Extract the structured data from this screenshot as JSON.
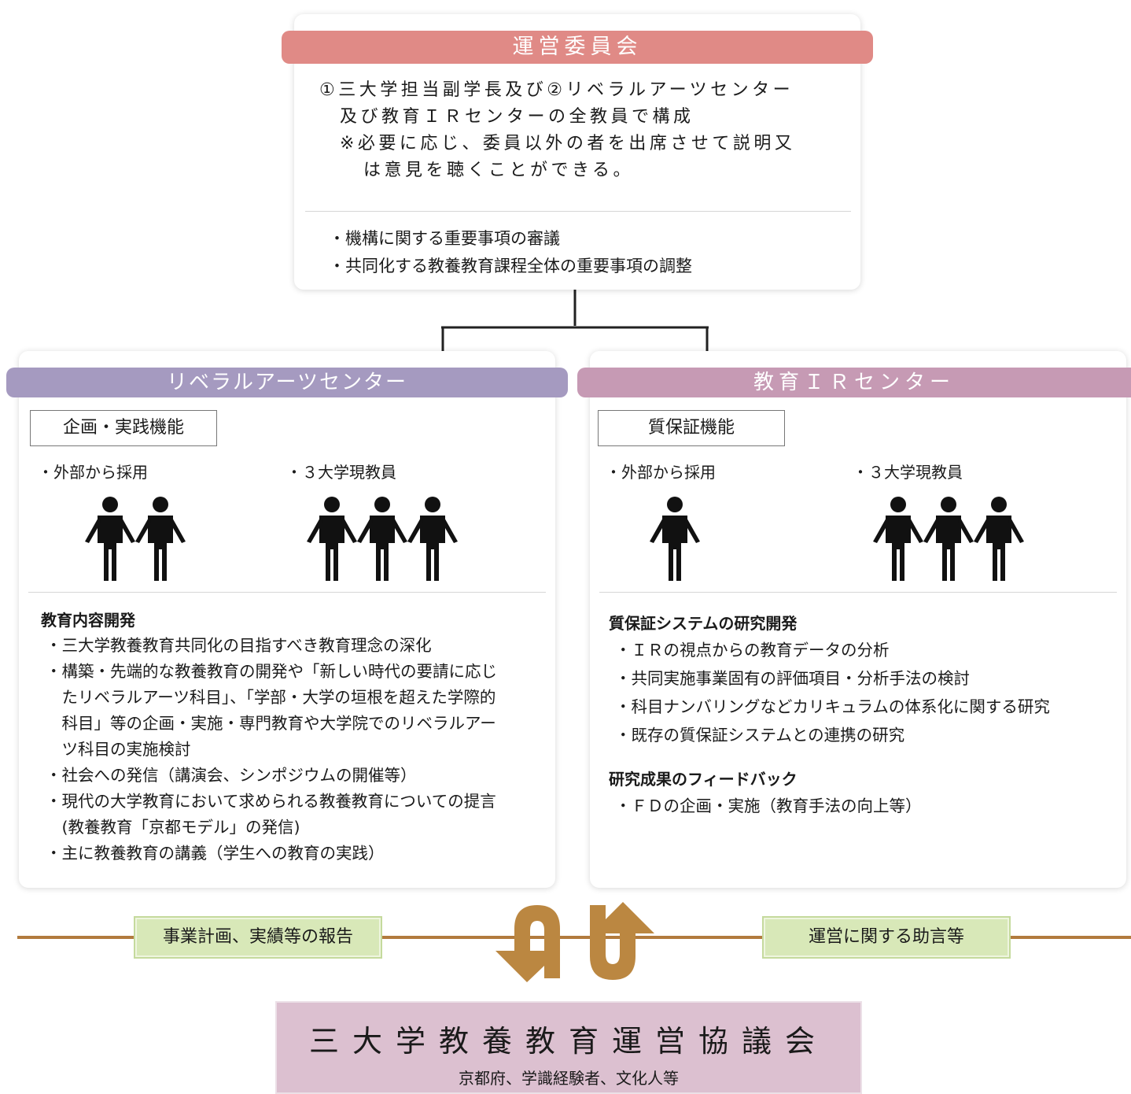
{
  "colors": {
    "committee_band": "#e08a86",
    "liberal_band": "#a59ac0",
    "ir_band": "#c69ab4",
    "flow_line": "#b27b3e",
    "arrow": "#bb8741",
    "green_box": "#d8e8b8",
    "council_bg": "#dcc0d0"
  },
  "committee": {
    "title": "運営委員会",
    "desc_lines": [
      "①三大学担当副学長及び②リベラルアーツセンター",
      "及び教育ＩＲセンターの全教員で構成",
      "※必要に応じ、委員以外の者を出席させて説明又",
      "は意見を聴くことができる。"
    ],
    "duties": [
      "・機構に関する重要事項の審議",
      "・共同化する教養教育課程全体の重要事項の調整"
    ]
  },
  "liberal": {
    "title": "リベラルアーツセンター",
    "function_label": "企画・実践機能",
    "staff_external": "・外部から採用",
    "staff_faculty": "・３大学現教員",
    "external_count": 2,
    "faculty_count": 3,
    "heading": "教育内容開発",
    "items": [
      "・三大学教養教育共同化の目指すべき教育理念の深化",
      "・構築・先端的な教養教育の開発や「新しい時代の要請に応じ",
      "　たリベラルアーツ科目」、「学部・大学の垣根を超えた学際的",
      "　科目」等の企画・実施・専門教育や大学院でのリベラルアー",
      "　ツ科目の実施検討",
      "・社会への発信（講演会、シンポジウムの開催等）",
      "・現代の大学教育において求められる教養教育についての提言",
      "　(教養教育「京都モデル」の発信)",
      "・主に教養教育の講義（学生への教育の実践）"
    ]
  },
  "ir": {
    "title": "教育ＩＲセンター",
    "function_label": "質保証機能",
    "staff_external": "・外部から採用",
    "staff_faculty": "・３大学現教員",
    "external_count": 1,
    "faculty_count": 3,
    "heading1": "質保証システムの研究開発",
    "items1": [
      "・ＩＲの視点からの教育データの分析",
      "・共同実施事業固有の評価項目・分析手法の検討",
      "・科目ナンバリングなどカリキュラムの体系化に関する研究",
      "・既存の質保証システムとの連携の研究"
    ],
    "heading2": "研究成果のフィードバック",
    "items2": [
      "・ＦＤの企画・実施（教育手法の向上等）"
    ]
  },
  "flow": {
    "report_label": "事業計画、実績等の報告",
    "advice_label": "運営に関する助言等"
  },
  "council": {
    "title": "三大学教養教育運営協議会",
    "members": "京都府、学識経験者、文化人等"
  }
}
